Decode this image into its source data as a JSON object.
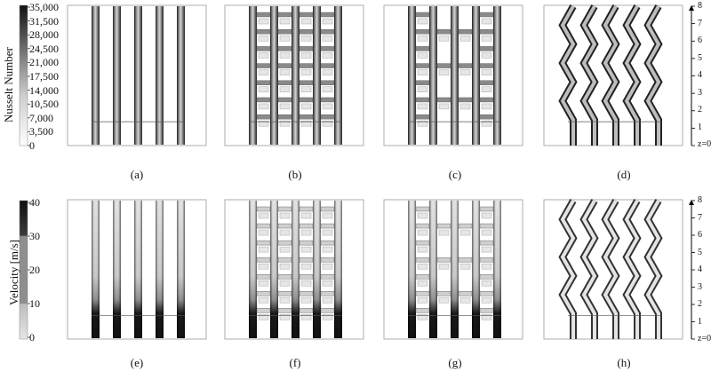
{
  "top_legend": {
    "label": "Nusselt Number",
    "ticks": [
      "35,000",
      "31,500",
      "28,000",
      "24,500",
      "21,000",
      "17,500",
      "14,000",
      "10,500",
      "7,000",
      "3,500",
      "0"
    ]
  },
  "bottom_legend": {
    "label": "Velocity [m/s]",
    "ticks": [
      "40",
      "30",
      "20",
      "10",
      "0"
    ]
  },
  "z_axis": {
    "ticks": [
      "8",
      "7",
      "6",
      "5",
      "4",
      "3",
      "2",
      "1",
      "z=0"
    ]
  },
  "captions": [
    "(a)",
    "(b)",
    "(c)",
    "(d)",
    "(e)",
    "(f)",
    "(g)",
    "(h)"
  ],
  "colors": {
    "frame": "#9a9a9a",
    "dark": "#111111",
    "mid": "#777777",
    "light": "#d8d8d8"
  }
}
